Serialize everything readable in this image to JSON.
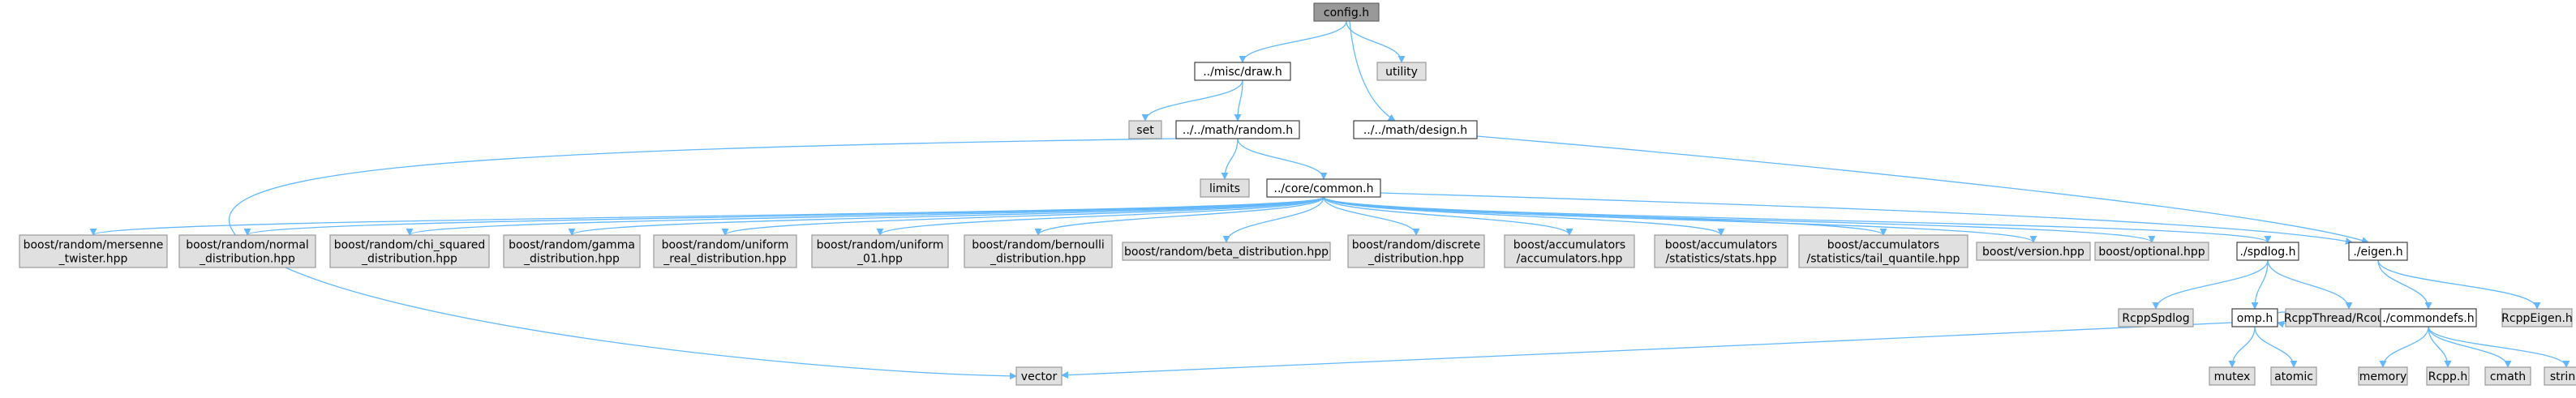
{
  "colors": {
    "root_fill": "#999999",
    "root_stroke": "#666666",
    "doc_fill": "#ffffff",
    "doc_stroke": "#404040",
    "ext_fill": "#e0e0e0",
    "ext_stroke": "#999999",
    "edge": "#63b8ff"
  },
  "graph": {
    "nodes": [
      {
        "id": "config",
        "lines": [
          "config.h"
        ],
        "kind": "root"
      },
      {
        "id": "draw",
        "lines": [
          "../misc/draw.h"
        ],
        "kind": "doc"
      },
      {
        "id": "utility",
        "lines": [
          "utility"
        ],
        "kind": "ext"
      },
      {
        "id": "set",
        "lines": [
          "set"
        ],
        "kind": "ext"
      },
      {
        "id": "random",
        "lines": [
          "../../math/random.h"
        ],
        "kind": "doc"
      },
      {
        "id": "design",
        "lines": [
          "../../math/design.h"
        ],
        "kind": "doc"
      },
      {
        "id": "limits",
        "lines": [
          "limits"
        ],
        "kind": "ext"
      },
      {
        "id": "common",
        "lines": [
          "../core/common.h"
        ],
        "kind": "doc"
      },
      {
        "id": "mersenne",
        "lines": [
          "boost/random/mersenne",
          "_twister.hpp"
        ],
        "kind": "ext"
      },
      {
        "id": "normal",
        "lines": [
          "boost/random/normal",
          "_distribution.hpp"
        ],
        "kind": "ext"
      },
      {
        "id": "chisq",
        "lines": [
          "boost/random/chi_squared",
          "_distribution.hpp"
        ],
        "kind": "ext"
      },
      {
        "id": "gamma",
        "lines": [
          "boost/random/gamma",
          "_distribution.hpp"
        ],
        "kind": "ext"
      },
      {
        "id": "unireal",
        "lines": [
          "boost/random/uniform",
          "_real_distribution.hpp"
        ],
        "kind": "ext"
      },
      {
        "id": "uni01",
        "lines": [
          "boost/random/uniform",
          "_01.hpp"
        ],
        "kind": "ext"
      },
      {
        "id": "bernoulli",
        "lines": [
          "boost/random/bernoulli",
          "_distribution.hpp"
        ],
        "kind": "ext"
      },
      {
        "id": "beta",
        "lines": [
          "boost/random/beta_distribution.hpp"
        ],
        "kind": "ext"
      },
      {
        "id": "discrete",
        "lines": [
          "boost/random/discrete",
          "_distribution.hpp"
        ],
        "kind": "ext"
      },
      {
        "id": "accum",
        "lines": [
          "boost/accumulators",
          "/accumulators.hpp"
        ],
        "kind": "ext"
      },
      {
        "id": "stats",
        "lines": [
          "boost/accumulators",
          "/statistics/stats.hpp"
        ],
        "kind": "ext"
      },
      {
        "id": "tailq",
        "lines": [
          "boost/accumulators",
          "/statistics/tail_quantile.hpp"
        ],
        "kind": "ext"
      },
      {
        "id": "bversion",
        "lines": [
          "boost/version.hpp"
        ],
        "kind": "ext"
      },
      {
        "id": "boptional",
        "lines": [
          "boost/optional.hpp"
        ],
        "kind": "ext"
      },
      {
        "id": "spdlog",
        "lines": [
          "./spdlog.h"
        ],
        "kind": "doc"
      },
      {
        "id": "eigen",
        "lines": [
          "./eigen.h"
        ],
        "kind": "doc"
      },
      {
        "id": "rcppspdlog",
        "lines": [
          "RcppSpdlog"
        ],
        "kind": "ext"
      },
      {
        "id": "omp",
        "lines": [
          "omp.h"
        ],
        "kind": "doc"
      },
      {
        "id": "rcout",
        "lines": [
          "RcppThread/Rcout.hpp"
        ],
        "kind": "ext"
      },
      {
        "id": "commondefs",
        "lines": [
          "./commondefs.h"
        ],
        "kind": "doc"
      },
      {
        "id": "rcppeigen",
        "lines": [
          "RcppEigen.h"
        ],
        "kind": "ext"
      },
      {
        "id": "vector",
        "lines": [
          "vector"
        ],
        "kind": "ext"
      },
      {
        "id": "mutex",
        "lines": [
          "mutex"
        ],
        "kind": "ext"
      },
      {
        "id": "atomic",
        "lines": [
          "atomic"
        ],
        "kind": "ext"
      },
      {
        "id": "memory",
        "lines": [
          "memory"
        ],
        "kind": "ext"
      },
      {
        "id": "rcpph",
        "lines": [
          "Rcpp.h"
        ],
        "kind": "ext"
      },
      {
        "id": "cmath",
        "lines": [
          "cmath"
        ],
        "kind": "ext"
      },
      {
        "id": "string",
        "lines": [
          "string"
        ],
        "kind": "ext"
      }
    ],
    "edges": [
      [
        "config",
        "draw"
      ],
      [
        "config",
        "utility"
      ],
      [
        "config",
        "design"
      ],
      [
        "draw",
        "set"
      ],
      [
        "draw",
        "random"
      ],
      [
        "random",
        "limits"
      ],
      [
        "random",
        "common"
      ],
      [
        "random",
        "vector"
      ],
      [
        "design",
        "eigen"
      ],
      [
        "common",
        "mersenne"
      ],
      [
        "common",
        "normal"
      ],
      [
        "common",
        "chisq"
      ],
      [
        "common",
        "gamma"
      ],
      [
        "common",
        "unireal"
      ],
      [
        "common",
        "uni01"
      ],
      [
        "common",
        "bernoulli"
      ],
      [
        "common",
        "beta"
      ],
      [
        "common",
        "discrete"
      ],
      [
        "common",
        "accum"
      ],
      [
        "common",
        "stats"
      ],
      [
        "common",
        "tailq"
      ],
      [
        "common",
        "bversion"
      ],
      [
        "common",
        "boptional"
      ],
      [
        "common",
        "spdlog"
      ],
      [
        "common",
        "eigen"
      ],
      [
        "spdlog",
        "rcppspdlog"
      ],
      [
        "spdlog",
        "omp"
      ],
      [
        "spdlog",
        "rcout"
      ],
      [
        "omp",
        "omp"
      ],
      [
        "omp",
        "vector"
      ],
      [
        "omp",
        "mutex"
      ],
      [
        "omp",
        "atomic"
      ],
      [
        "eigen",
        "commondefs"
      ],
      [
        "eigen",
        "rcppeigen"
      ],
      [
        "commondefs",
        "memory"
      ],
      [
        "commondefs",
        "rcpph"
      ],
      [
        "commondefs",
        "cmath"
      ],
      [
        "commondefs",
        "string"
      ]
    ]
  }
}
